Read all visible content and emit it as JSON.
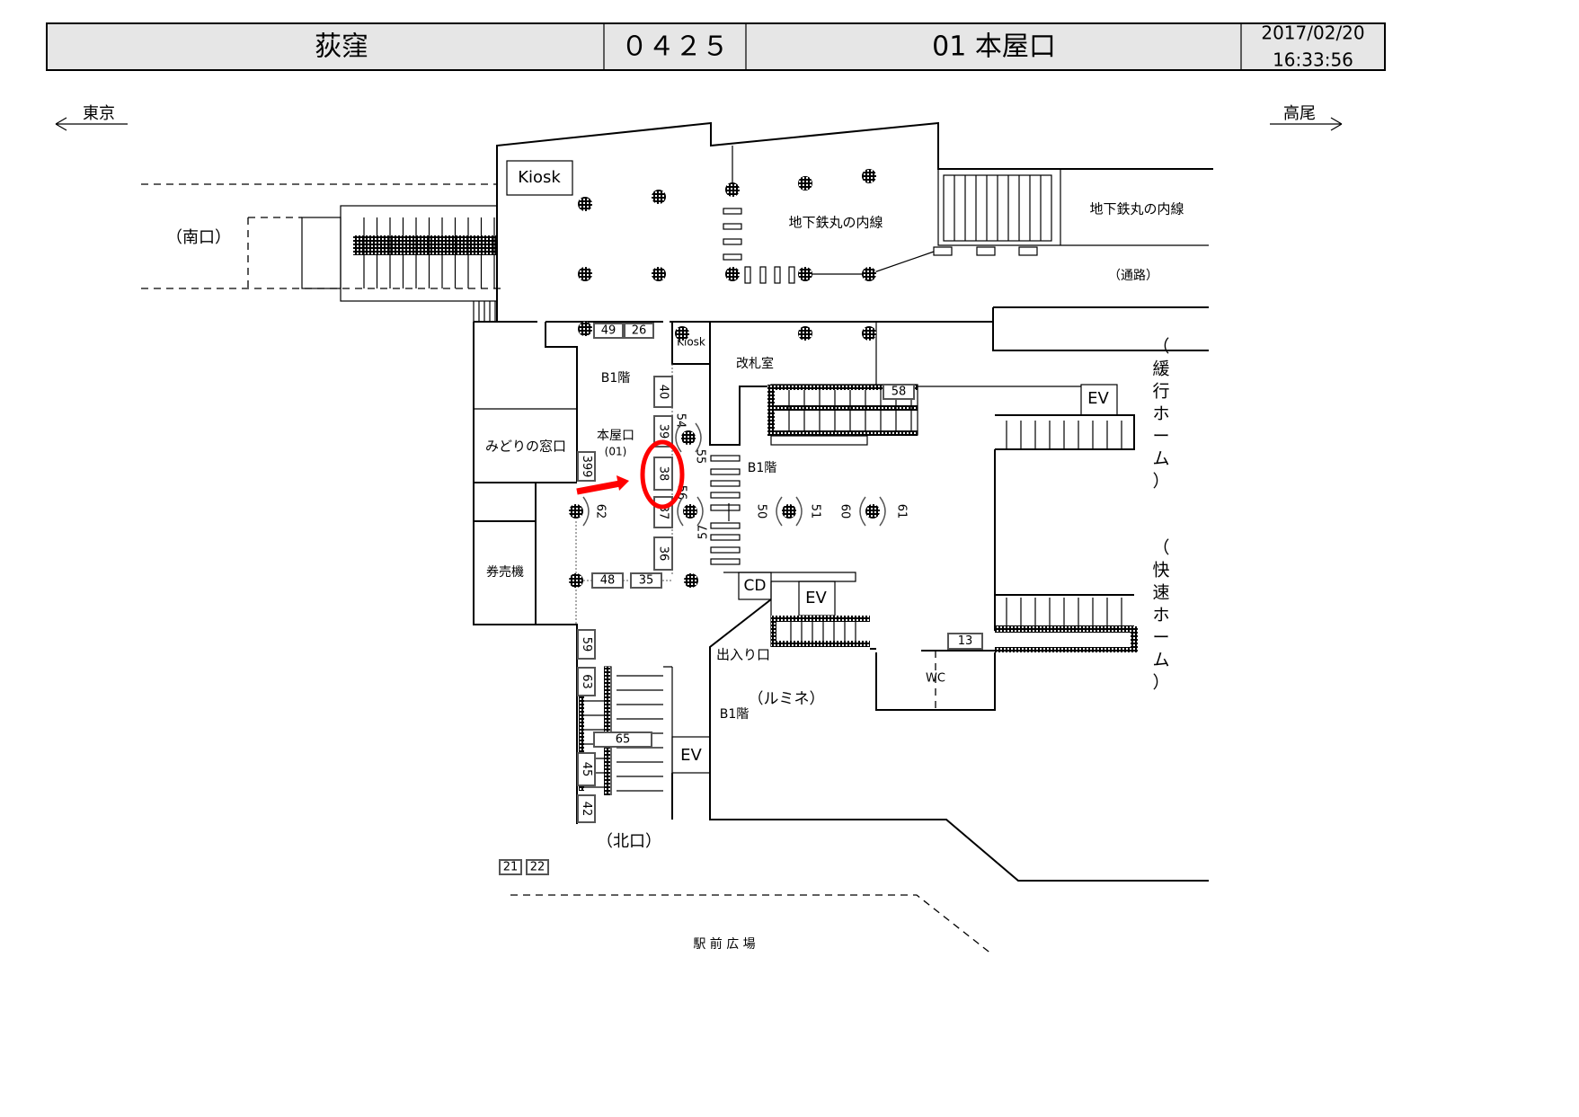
{
  "header": {
    "station": "荻窪",
    "code": "０４２５",
    "exit": "01 本屋口",
    "date": "2017/02/20",
    "time": "16:33:56"
  },
  "directions": {
    "left": "東京",
    "right": "高尾"
  },
  "labels": {
    "kiosk_top": "Kiosk",
    "subway_center": "地下鉄丸の内線",
    "subway_right": "地下鉄丸の内線",
    "passage": "（通路）",
    "south_exit": "（南口）",
    "kiosk_small": "Kiosk",
    "ticket_office_room": "改札室",
    "b1_a": "B1階",
    "honya_exit": "本屋口",
    "honya_exit_code": "(01)",
    "midori": "みどりの窓口",
    "ticket_machines": "券売機",
    "b1_b": "B1階",
    "cd": "CD",
    "ev_a": "EV",
    "ev_b": "EV",
    "ev_c": "EV",
    "entrance": "出入り口",
    "lumine": "（ルミネ）",
    "b1_c": "B1階",
    "wc": "WC",
    "north_exit": "（北口）",
    "station_plaza": "駅 前 広 場",
    "local_platform": [
      "（",
      "緩",
      "行",
      "ホ",
      "ー",
      "ム",
      "）"
    ],
    "rapid_platform": [
      "（",
      "快",
      "速",
      "ホ",
      "ー",
      "ム",
      "）"
    ]
  },
  "boxes": [
    "49",
    "26",
    "40",
    "39",
    "38",
    "37",
    "36",
    "399",
    "48",
    "35",
    "58",
    "13",
    "59",
    "63",
    "65",
    "45",
    "42",
    "21",
    "22"
  ],
  "camera_numbers": [
    "54",
    "55",
    "56",
    "57",
    "62",
    "50",
    "51",
    "60",
    "61"
  ],
  "highlight": {
    "target_box": "38",
    "color": "#ff0000"
  }
}
